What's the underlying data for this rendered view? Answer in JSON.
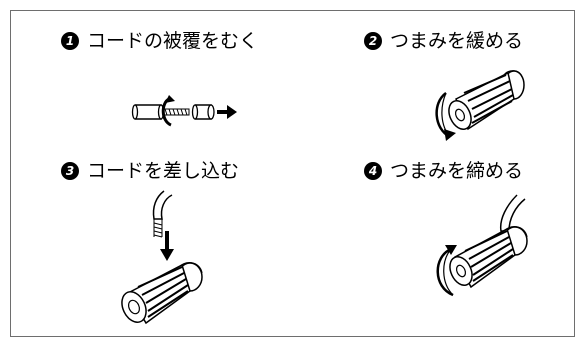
{
  "steps": [
    {
      "number": "1",
      "label": "コードの被覆をむく",
      "icon": "strip-wire-icon"
    },
    {
      "number": "2",
      "label": "つまみを緩める",
      "icon": "loosen-knob-icon"
    },
    {
      "number": "3",
      "label": "コードを差し込む",
      "icon": "insert-wire-icon"
    },
    {
      "number": "4",
      "label": "つまみを締める",
      "icon": "tighten-knob-icon"
    }
  ],
  "colors": {
    "border": "#6e6e6e",
    "ink": "#000000",
    "paper": "#ffffff"
  }
}
